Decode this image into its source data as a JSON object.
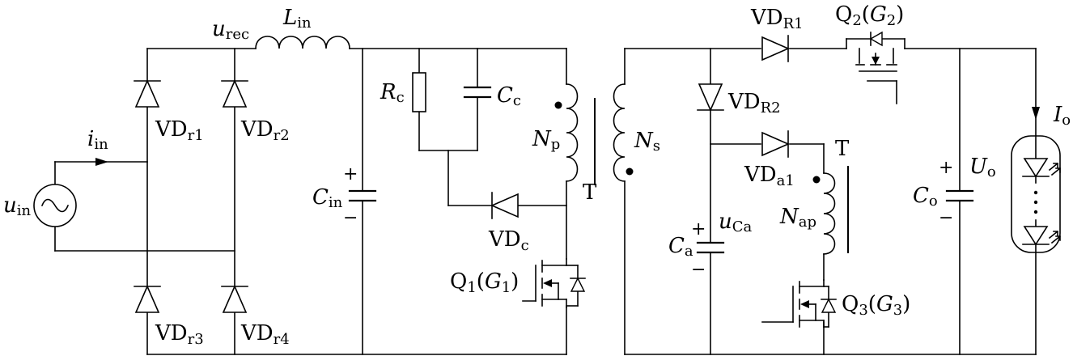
{
  "diagram": {
    "labels": {
      "u_rec": {
        "main": "u",
        "sub": "rec"
      },
      "L_in": {
        "main": "L",
        "sub": "in"
      },
      "i_in": {
        "main": "i",
        "sub": "in"
      },
      "u_in": {
        "main": "u",
        "sub": "in"
      },
      "VD_r1": {
        "main": "VD",
        "sub": "r1"
      },
      "VD_r2": {
        "main": "VD",
        "sub": "r2"
      },
      "VD_r3": {
        "main": "VD",
        "sub": "r3"
      },
      "VD_r4": {
        "main": "VD",
        "sub": "r4"
      },
      "C_in": {
        "main": "C",
        "sub": "in"
      },
      "R_c": {
        "main": "R",
        "sub": "c"
      },
      "C_c": {
        "main": "C",
        "sub": "c"
      },
      "N_p": {
        "main": "N",
        "sub": "p"
      },
      "VD_c": {
        "main": "VD",
        "sub": "c"
      },
      "Q1": {
        "text": "Q1(G1)"
      },
      "N_s": {
        "main": "N",
        "sub": "s"
      },
      "T1": {
        "text": "T"
      },
      "VD_R1": {
        "main": "VD",
        "sub": "R1"
      },
      "Q2": {
        "text": "Q2(G2)"
      },
      "VD_R2": {
        "main": "VD",
        "sub": "R2"
      },
      "T2": {
        "text": "T"
      },
      "VD_a1": {
        "main": "VD",
        "sub": "a1"
      },
      "N_ap": {
        "main": "N",
        "sub": "ap"
      },
      "u_Ca": {
        "main": "u",
        "sub": "Ca"
      },
      "C_a": {
        "main": "C",
        "sub": "a"
      },
      "Q3": {
        "text": "Q3(G3)"
      },
      "U_o": {
        "main": "U",
        "sub": "o"
      },
      "C_o": {
        "main": "C",
        "sub": "o"
      },
      "I_o": {
        "main": "I",
        "sub": "o"
      },
      "plus": "+",
      "minus": "−"
    }
  }
}
